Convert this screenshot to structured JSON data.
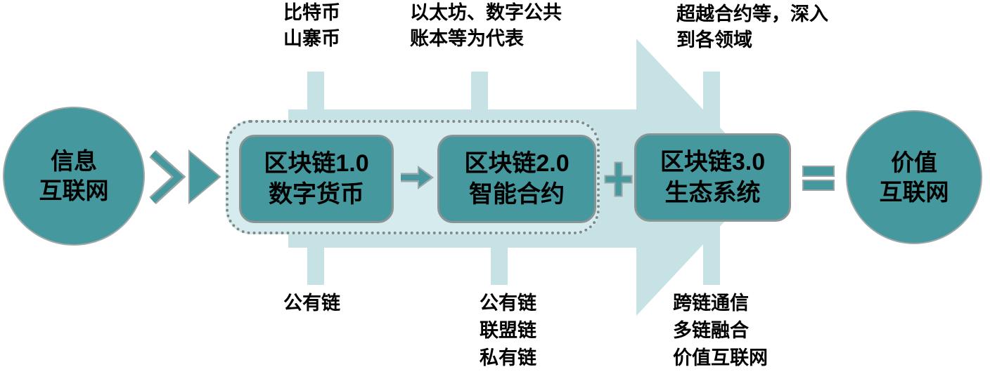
{
  "diagram": {
    "left_circle": {
      "text": "信息\n互联网"
    },
    "right_circle": {
      "text": "价值\n互联网"
    },
    "boxes": [
      {
        "line1": "区块链1.0",
        "line2": "数字货币"
      },
      {
        "line1": "区块链2.0",
        "line2": "智能合约"
      },
      {
        "line1": "区块链3.0",
        "line2": "生态系统"
      }
    ],
    "top_labels": [
      "比特币\n山寨币",
      "以太坊、数字公共\n账本等为代表",
      "超越合约等，深入\n到各领域"
    ],
    "bottom_labels": [
      "公有链",
      "公有链\n联盟链\n私有链",
      "跨链通信\n多链融合\n价值互联网"
    ],
    "icons": {
      "flow_arrow": "chevron-right-arrow",
      "step_arrow": "right-arrow",
      "plus": "plus-sign",
      "equals": "equals-sign",
      "background_arrow": "big-right-arrow"
    },
    "colors": {
      "teal": "#45989E",
      "light_teal": "#C7E2E5",
      "frame_fill": "#D6EBED",
      "border_gray": "#8A9494",
      "dot_gray": "#7E8A8A",
      "text": "#000000"
    }
  }
}
